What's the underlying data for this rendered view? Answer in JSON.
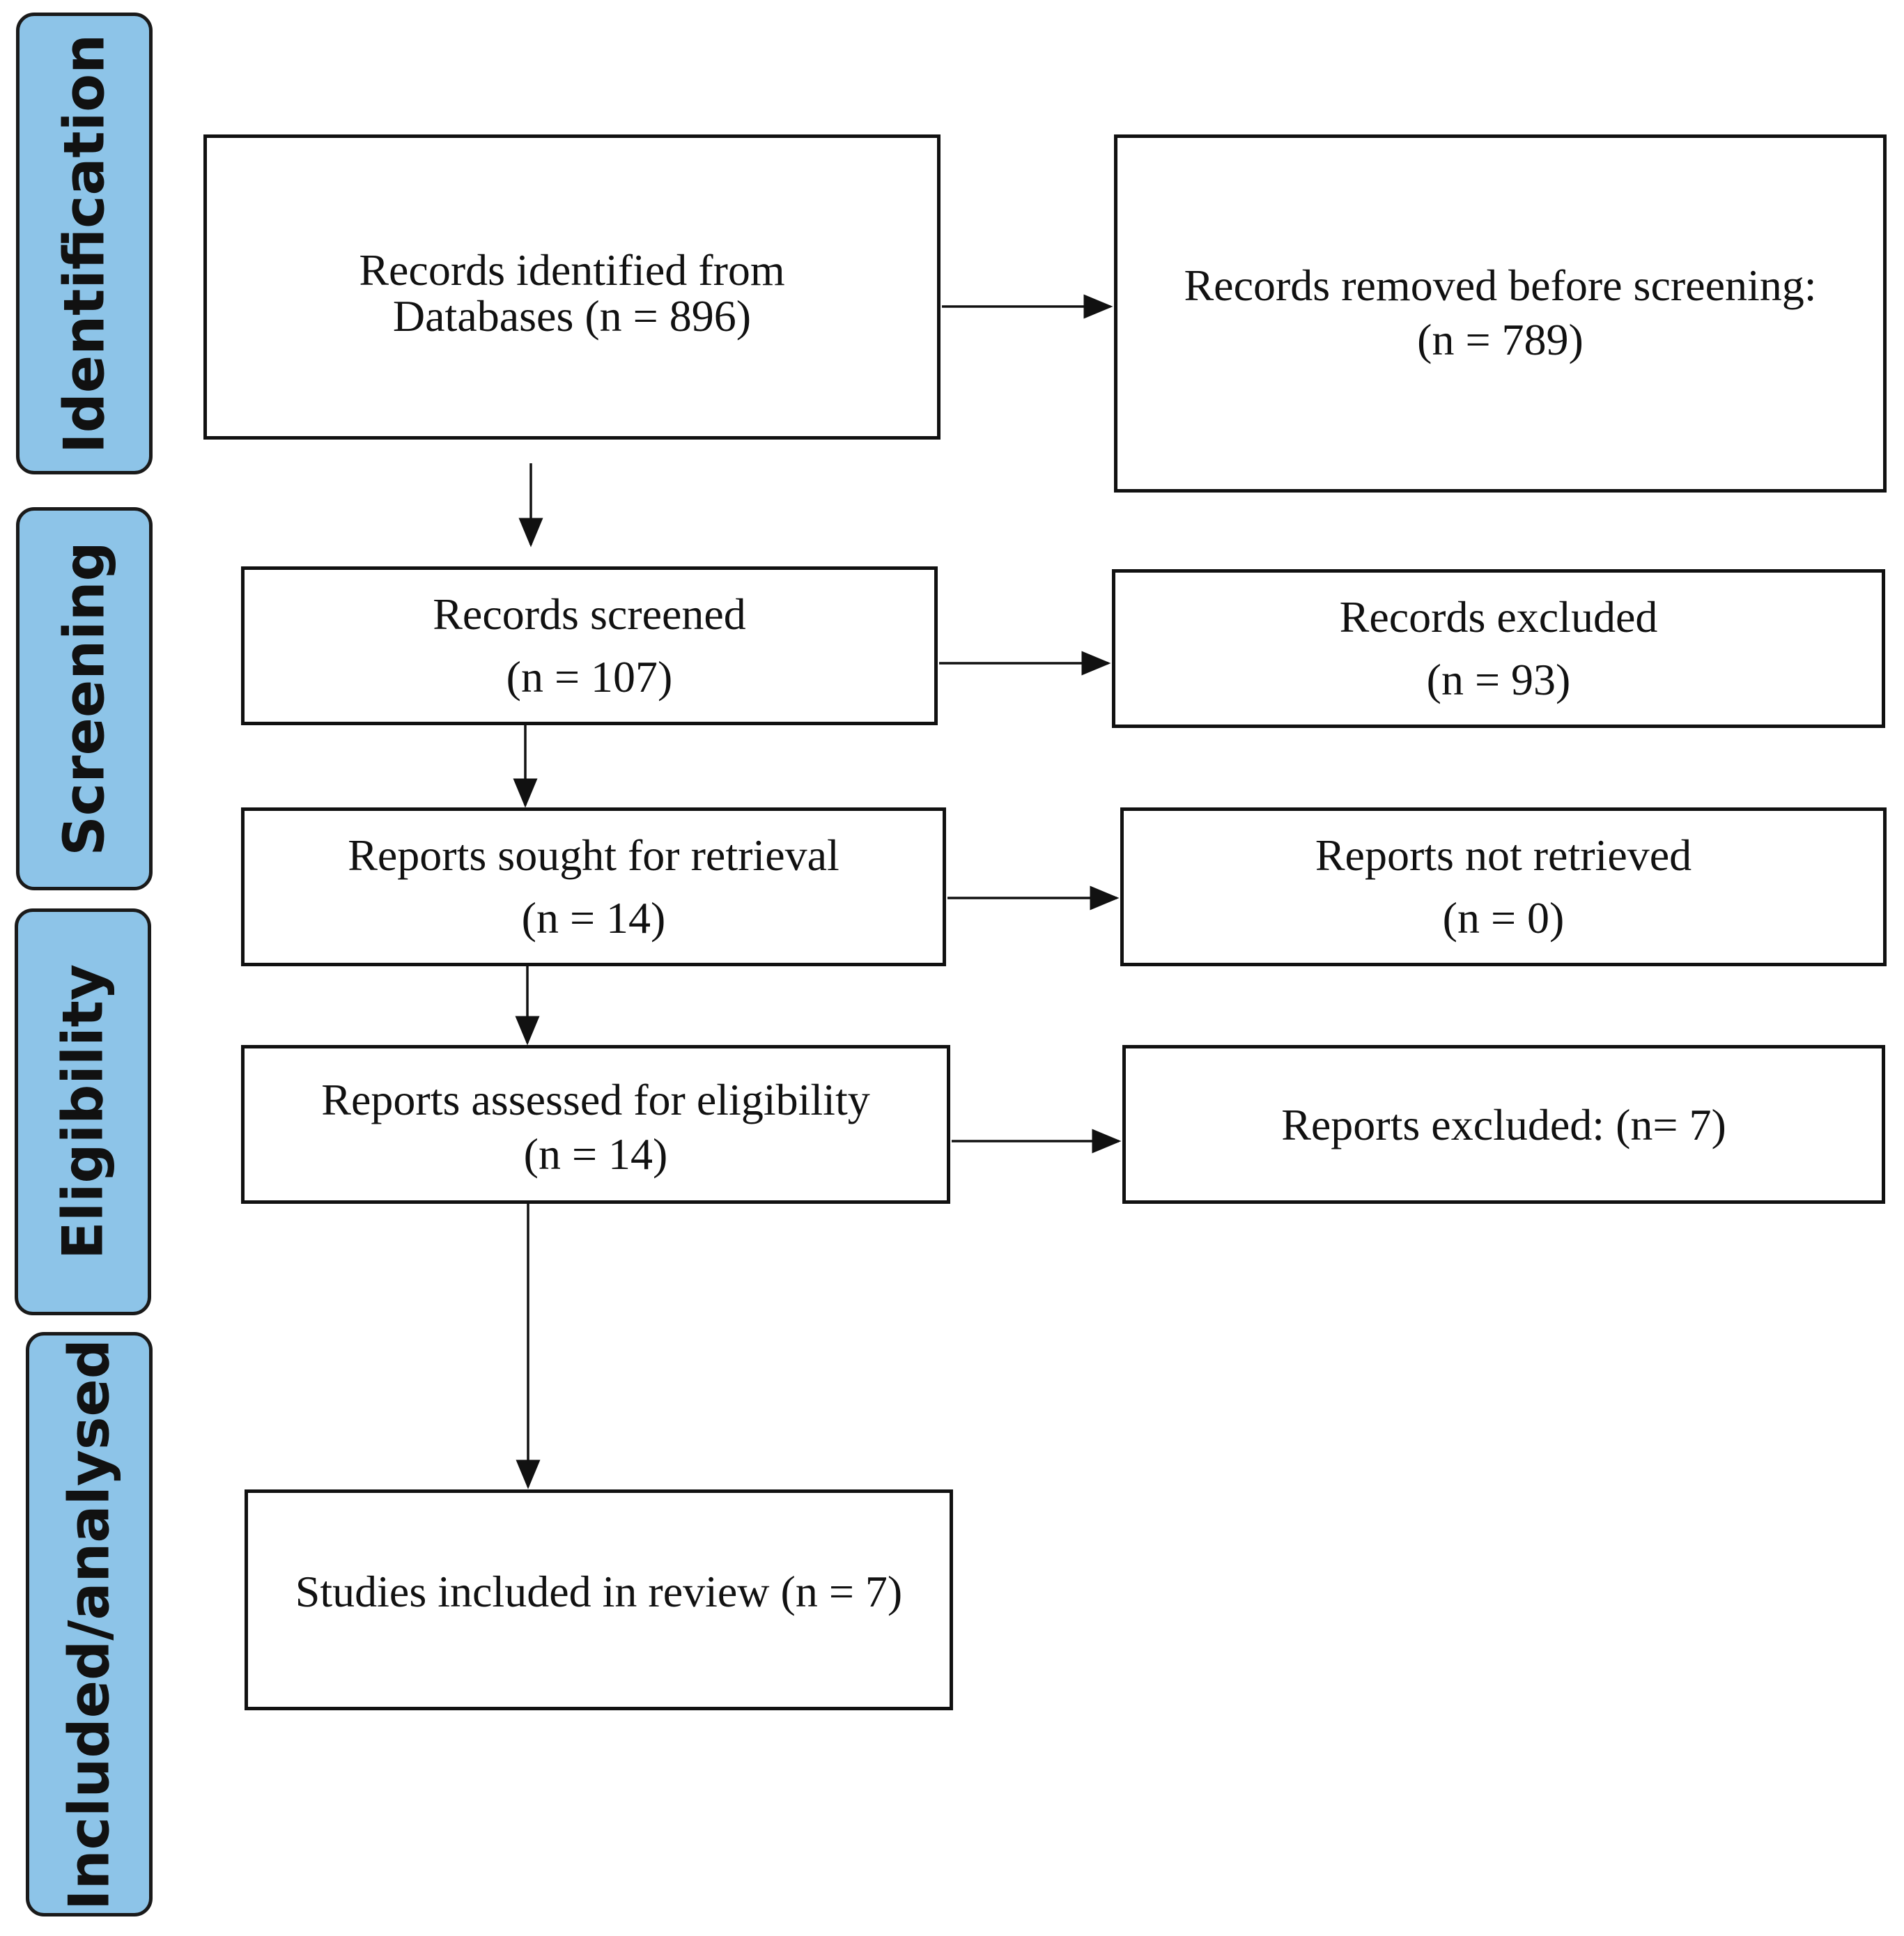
{
  "phases": {
    "identification": "Identification",
    "screening": "Screening",
    "eligibility": "Eligibility",
    "included": "Included/analysed"
  },
  "boxes": {
    "identified": {
      "line1": "Records identified from",
      "line2": "Databases (n = 896)"
    },
    "removed": {
      "line1": "Records removed before screening:",
      "line2": "(n = 789)"
    },
    "screened": {
      "line1": "Records screened",
      "line2": "(n = 107)"
    },
    "excluded": {
      "line1": "Records excluded",
      "line2": "(n = 93)"
    },
    "sought": {
      "line1": "Reports sought for retrieval",
      "line2": "(n = 14)"
    },
    "not_retrieved": {
      "line1": "Reports not retrieved",
      "line2": "(n = 0)"
    },
    "assessed": {
      "line1": "Reports assessed for eligibility",
      "line2": "(n = 14)"
    },
    "reports_excluded": {
      "line1": "Reports excluded: (n= 7)"
    },
    "included": {
      "line1": "Studies included in review (n = 7)"
    }
  }
}
